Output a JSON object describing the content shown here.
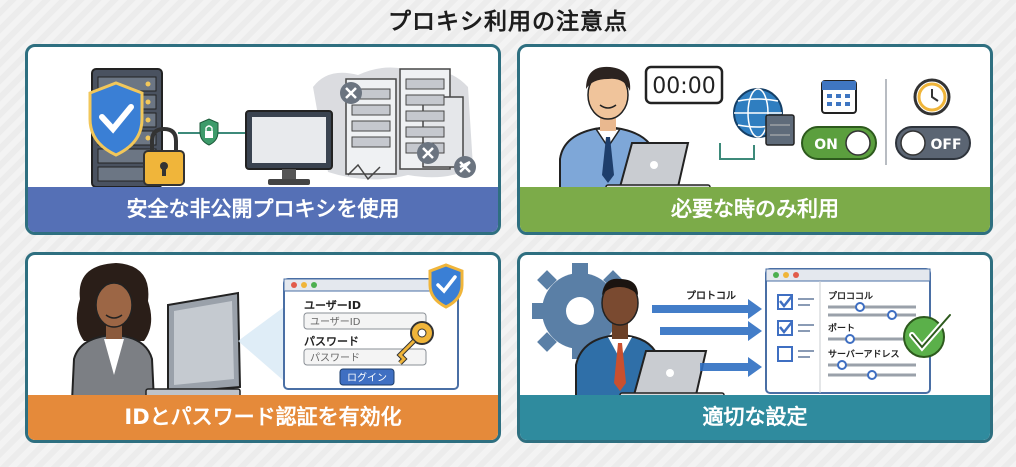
{
  "title": "プロキシ利用の注意点",
  "panels": [
    {
      "banner": "安全な非公開プロキシを使用"
    },
    {
      "banner": "必要な時のみ利用",
      "timer": "00:00",
      "toggle_on": "ON",
      "toggle_off": "OFF"
    },
    {
      "banner": "IDとパスワード認証を有効化",
      "login": {
        "id_label": "ユーザーID",
        "id_placeholder": "ユーザーID",
        "pw_label": "パスワード",
        "pw_placeholder": "パスワード",
        "button": "ログイン"
      }
    },
    {
      "banner": "適切な設定",
      "arrow_label": "プロトコル",
      "settings": [
        "プロココル",
        "ポート",
        "サーバーアドレス"
      ]
    }
  ],
  "colors": {
    "border": "#2e6f80",
    "blue": "#5570b6",
    "green": "#7cab49",
    "orange": "#e58a3a",
    "teal": "#2f8b9e",
    "shield": "#3a7fd5"
  }
}
